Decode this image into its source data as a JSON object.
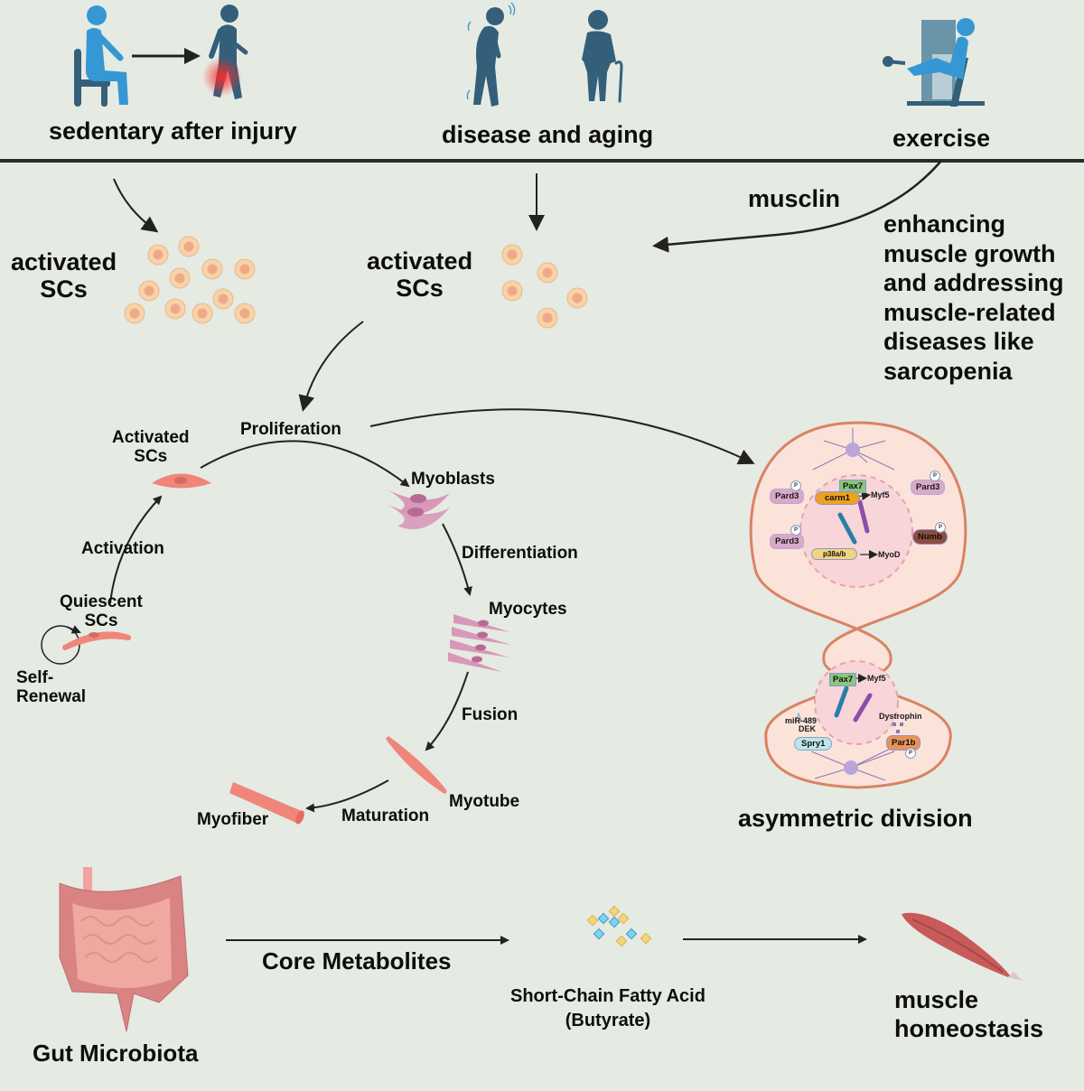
{
  "top": {
    "sedentary": {
      "label": "sedentary after injury",
      "icons": [
        "sitting-person-icon",
        "injured-walking-person-icon"
      ]
    },
    "disease": {
      "label": "disease and aging",
      "icons": [
        "unsteady-person-icon",
        "elderly-person-with-cane-icon"
      ]
    },
    "exercise": {
      "label": "exercise",
      "icons": [
        "leg-press-machine-icon"
      ]
    }
  },
  "middle": {
    "left_cells_label": "activated\nSCs",
    "center_cells_label": "activated\nSCs",
    "musclin_label": "musclin",
    "benefit_text": "enhancing\nmuscle growth\nand addressing\nmuscle-related\ndiseases like\nsarcopenia"
  },
  "cycle": {
    "self_renewal": "Self-\nRenewal",
    "quiescent": "Quiescent\nSCs",
    "activation": "Activation",
    "activated": "Activated\nSCs",
    "proliferation": "Proliferation",
    "myoblasts": "Myoblasts",
    "differentiation": "Differentiation",
    "myocytes": "Myocytes",
    "fusion": "Fusion",
    "myotube": "Myotube",
    "maturation": "Maturation",
    "myofiber": "Myofiber"
  },
  "asymmetric": {
    "title": "asymmetric division",
    "top_cell": {
      "pard3_left_1": "Pard3",
      "pard3_left_2": "Pard3",
      "pard3_right": "Pard3",
      "numb": "Numb",
      "pax7": "Pax7",
      "carm1": "carm1",
      "myf5": "Myf5",
      "p38": "p38a/b",
      "myod": "MyoD",
      "phospho": "P"
    },
    "bottom_cell": {
      "pax7": "Pax7",
      "myf5": "Myf5",
      "mir": "miR-489",
      "dek": "DEK",
      "dystrophin": "Dystrophin",
      "spry1": "Spry1",
      "par1b": "Par1b",
      "phospho": "P"
    }
  },
  "bottom": {
    "gut_label": "Gut Microbiota",
    "core_metabolites": "Core Metabolites",
    "scfa_label": "Short-Chain Fatty Acid\n(Butyrate)",
    "muscle_label": "muscle\nhomeostasis"
  },
  "colors": {
    "background": "#e5eae3",
    "person_light": "#3597d3",
    "person_dark": "#345f7a",
    "cell_fill": "#f8d2a8",
    "cell_nucleus": "#eeaa88",
    "myoblast": "#d898b8",
    "sc_cell": "#f0857a",
    "division_cell": "#fbe3da",
    "division_border": "#d98363"
  }
}
